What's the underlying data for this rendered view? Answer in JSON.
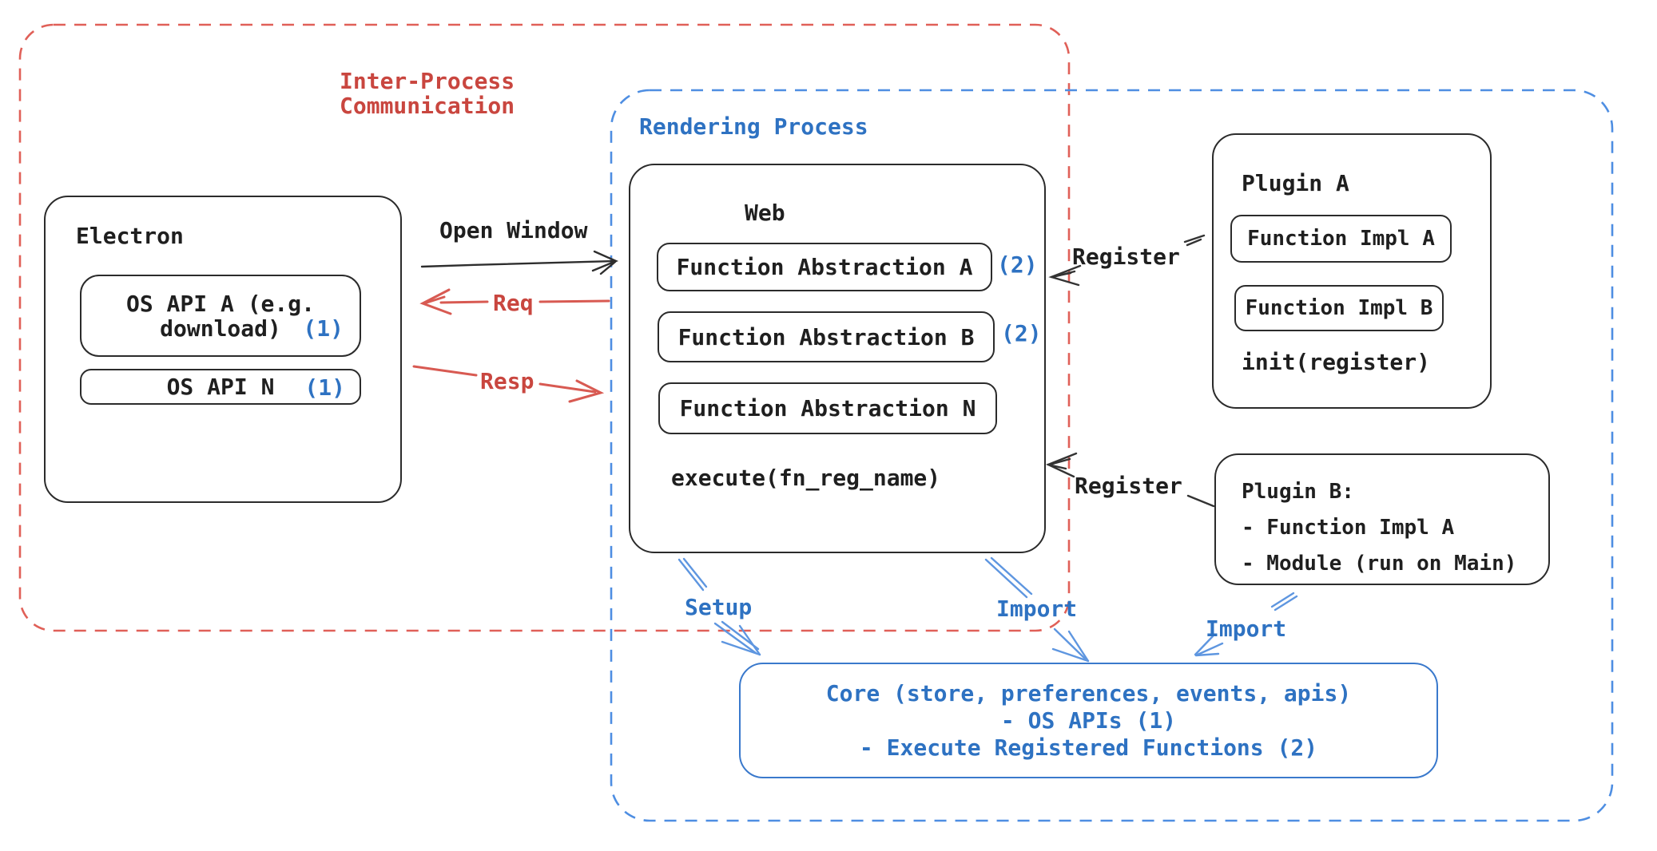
{
  "colors": {
    "red_text": "#c9463f",
    "red_dash": "#e06058",
    "red_arrow": "#d85a52",
    "blue_text": "#2e72c2",
    "blue_dash": "#4e8ee2",
    "blue_arrow": "#5e96e0",
    "black_stroke": "#2b2b2b"
  },
  "ipc": {
    "line1": "Inter-Process",
    "line2": "Communication"
  },
  "rendering": {
    "title": "Rendering Process"
  },
  "electron": {
    "title": "Electron",
    "api_a_line1": "OS API A (e.g.",
    "api_a_line2": "download)",
    "api_a_badge": "(1)",
    "api_n_label": "OS API N",
    "api_n_badge": "(1)"
  },
  "web": {
    "title": "Web",
    "fn_a": "Function Abstraction A",
    "fn_a_badge": "(2)",
    "fn_b": "Function Abstraction B",
    "fn_b_badge": "(2)",
    "fn_n": "Function Abstraction N",
    "execute": "execute(fn_reg_name)"
  },
  "plugin_a": {
    "title": "Plugin A",
    "impl_a": "Function Impl A",
    "impl_b": "Function Impl B",
    "init": "init(register)"
  },
  "plugin_b": {
    "line1": "Plugin B:",
    "line2": "- Function Impl A",
    "line3": "- Module (run on Main)"
  },
  "core": {
    "line1": "Core (store, preferences, events, apis)",
    "line2": "- OS APIs (1)",
    "line3": "- Execute Registered Functions (2)"
  },
  "arrows": {
    "open_window": "Open Window",
    "req": "Req",
    "resp": "Resp",
    "register_a": "Register",
    "register_b": "Register",
    "setup": "Setup",
    "import_web": "Import",
    "import_plugin": "Import"
  }
}
